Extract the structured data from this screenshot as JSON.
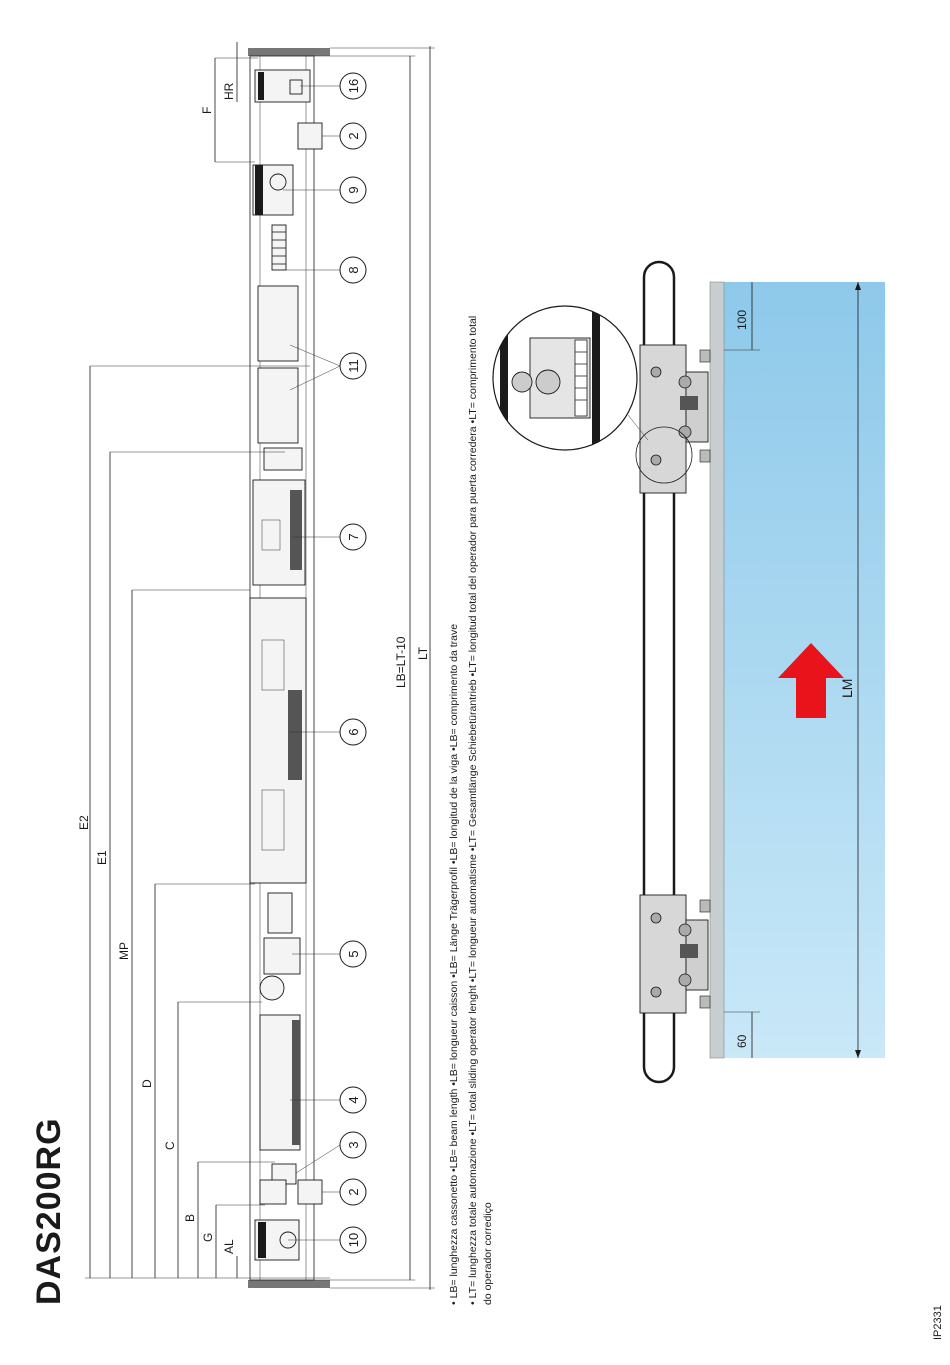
{
  "title": "DAS200RG",
  "code": "IP2331",
  "dimensions": [
    "E2",
    "E1",
    "MP",
    "D",
    "C",
    "B",
    "G",
    "AL",
    "F",
    "HR",
    "LB=LT-10",
    "LT"
  ],
  "detail_dimensions": {
    "top": "100",
    "bottom": "60",
    "length": "LM"
  },
  "part_numbers": [
    "16",
    "2",
    "9",
    "8",
    "11",
    "7",
    "6",
    "5",
    "4",
    "3",
    "2",
    "10"
  ],
  "legend": [
    "• LB= lunghezza cassonetto •LB= beam length •LB= longueur caisson •LB= Länge Trägerprofil •LB= longitud de la viga •LB= comprimento da trave",
    "• LT= lunghezza totale automazione •LT= total sliding operator lenght  •LT= longueur automatisme •LT= Gesamtlänge Schiebetürantrieb •LT= longitud total del operador para puerta corredera •LT= comprimento total",
    "do operador corrediço"
  ],
  "colors": {
    "arrow": "#e8131b",
    "glass_top": "#8ec9ea",
    "glass_bottom": "#c9e8f8",
    "line": "#1a1a1a"
  }
}
